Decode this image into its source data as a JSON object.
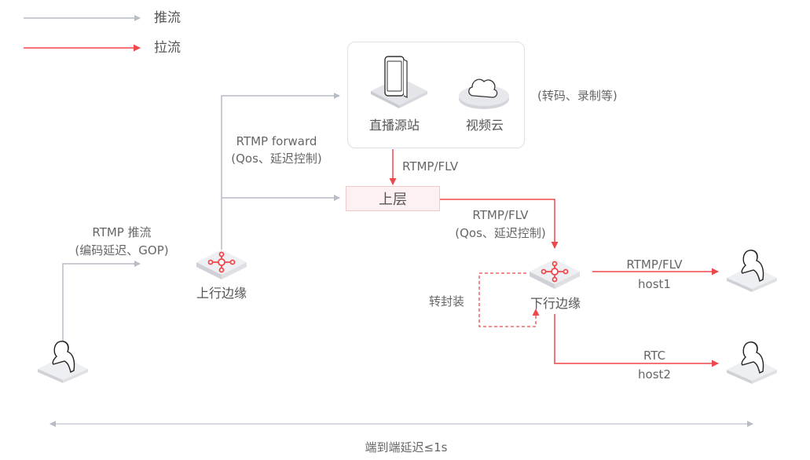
{
  "legend": {
    "items": [
      {
        "label": "推流",
        "color": "#b8bcc6",
        "kind": "push"
      },
      {
        "label": "拉流",
        "color": "#f0474a",
        "kind": "pull"
      }
    ]
  },
  "colors": {
    "push": "#b8bcc6",
    "pull": "#f0474a",
    "node_accent": "#f0474a",
    "text": "#666666"
  },
  "nodes": {
    "origin": {
      "label": "直播源站",
      "icon": "phone-icon"
    },
    "video_cloud": {
      "label": "视频云",
      "icon": "cloud-icon"
    },
    "video_cloud_note": "(转码、录制等)",
    "upper_layer": {
      "label": "上层"
    },
    "uplink_edge": {
      "label": "上行边缘",
      "icon": "network-node-icon"
    },
    "downlink_edge": {
      "label": "下行边缘",
      "icon": "network-node-icon"
    },
    "publisher": {
      "icon": "user-icon"
    },
    "host1": {
      "label": "host1",
      "icon": "user-icon"
    },
    "host2": {
      "label": "host2",
      "icon": "user-icon"
    }
  },
  "edges": {
    "rtmp_push": {
      "line1": "RTMP 推流",
      "line2": "(编码延迟、GOP)"
    },
    "rtmp_forward": {
      "line1": "RTMP forward",
      "line2": "(Qos、延迟控制)"
    },
    "origin_to_upper": {
      "label": "RTMP/FLV"
    },
    "upper_to_downlink": {
      "line1": "RTMP/FLV",
      "line2": "(Qos、延迟控制)"
    },
    "remux": {
      "label": "转封装"
    },
    "to_host1": {
      "label": "RTMP/FLV"
    },
    "to_host2": {
      "label": "RTC"
    }
  },
  "timeline": {
    "label": "端到端延迟≤1s"
  }
}
